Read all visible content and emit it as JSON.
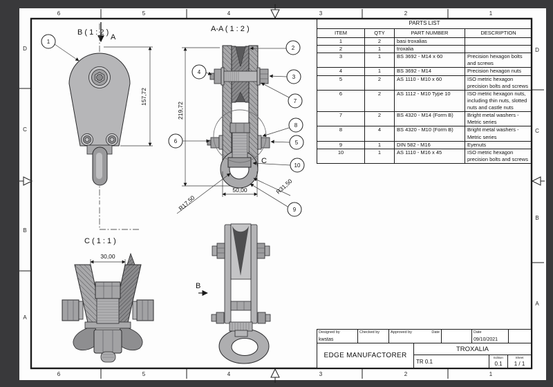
{
  "border": {
    "top": [
      "6",
      "5",
      "4",
      "3",
      "2",
      "1"
    ],
    "bottom": [
      "6",
      "5",
      "4",
      "3",
      "2",
      "1"
    ],
    "left": [
      "D",
      "C",
      "B",
      "A"
    ],
    "right": [
      "D",
      "C",
      "B",
      "A"
    ]
  },
  "views": {
    "b": {
      "label": "B ( 1 : 2 )",
      "section_letter": "A",
      "dim_height": "157,72",
      "balloon": "1"
    },
    "aa": {
      "label": "A-A ( 1 : 2 )",
      "detail_letter": "C",
      "dim_height": "219,72",
      "dim_width": "50,00",
      "radius_inner": "R17,50",
      "radius_outer": "R31,50",
      "balloons": {
        "b2": "2",
        "b3": "3",
        "b4": "4",
        "b5": "5",
        "b6": "6",
        "b7": "7",
        "b8": "8",
        "b9": "9",
        "b10": "10"
      }
    },
    "c": {
      "label": "C ( 1 : 1 )",
      "dim_width": "30,00"
    },
    "front": {
      "arrow_letter": "B"
    }
  },
  "parts_list": {
    "title": "PARTS LIST",
    "columns": [
      "ITEM",
      "QTY",
      "PART NUMBER",
      "DESCRIPTION"
    ],
    "rows": [
      {
        "item": "1",
        "qty": "2",
        "part_number": "basi troxalias",
        "description": ""
      },
      {
        "item": "2",
        "qty": "1",
        "part_number": "troxalia",
        "description": ""
      },
      {
        "item": "3",
        "qty": "1",
        "part_number": "BS 3692 - M14 x 60",
        "description": "Precision hexagon bolts and screws"
      },
      {
        "item": "4",
        "qty": "1",
        "part_number": "BS 3692 - M14",
        "description": "Precision hexagon nuts"
      },
      {
        "item": "5",
        "qty": "2",
        "part_number": "AS 1110 - M10 x 60",
        "description": "ISO metric hexagon precision bolts and screws"
      },
      {
        "item": "6",
        "qty": "2",
        "part_number": "AS 1112 - M10  Type 10",
        "description": "ISO metric hexagon nuts, including thin nuts, slotted nuts and castle nuts"
      },
      {
        "item": "7",
        "qty": "2",
        "part_number": "BS 4320 - M14 (Form B)",
        "description": "Bright metal washers - Metric series"
      },
      {
        "item": "8",
        "qty": "4",
        "part_number": "BS 4320 - M10 (Form B)",
        "description": "Bright metal washers - Metric series"
      },
      {
        "item": "9",
        "qty": "1",
        "part_number": "DIN 582 - M16",
        "description": "Eyenuts"
      },
      {
        "item": "10",
        "qty": "1",
        "part_number": "AS 1110 - M16 x 45",
        "description": "ISO metric hexagon precision bolts and screws"
      }
    ]
  },
  "title_block": {
    "designed_by_label": "Designed by",
    "designed_by": "kwstas",
    "checked_by_label": "Checked by",
    "approved_by_label": "Approved by",
    "date_label": "Date",
    "date2_label": "Date",
    "date_value": "09/10/2021",
    "company": "EDGE MANUFACTORER",
    "drawing_title": "TROXALIA",
    "drawing_number": "TR 0.1",
    "edition_label": "Edition",
    "edition": "0.1",
    "sheet_label": "Sheet",
    "sheet": "1 / 1"
  }
}
